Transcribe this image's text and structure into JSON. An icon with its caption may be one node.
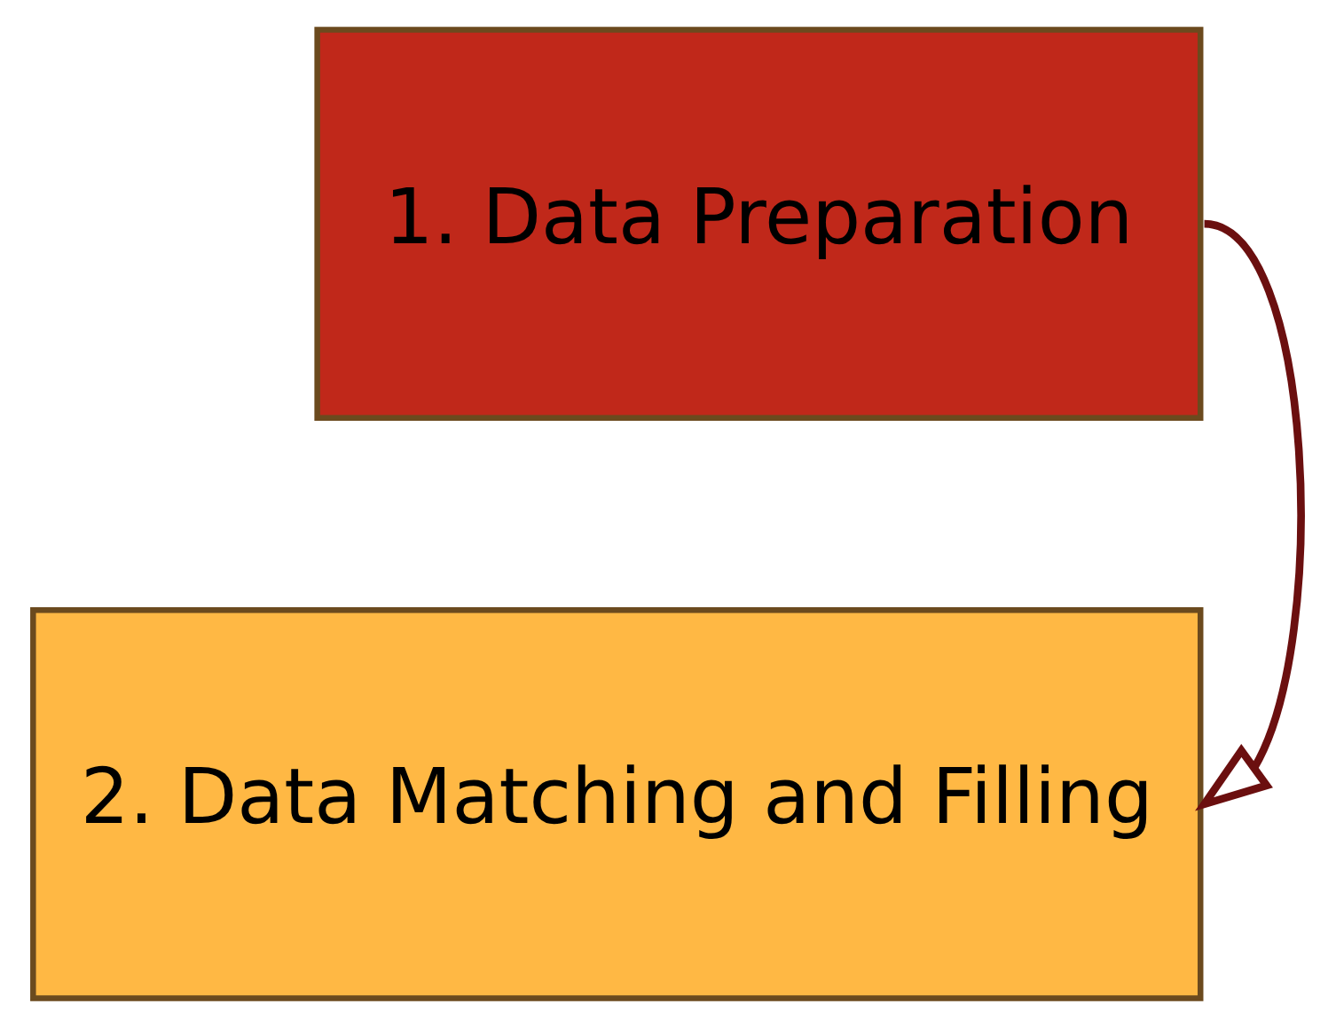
{
  "diagram": {
    "nodes": [
      {
        "text": [
          "1. Data Preparation"
        ]
      },
      {
        "text": [
          "2. Data Matching and Filling"
        ]
      }
    ],
    "edges": [
      {
        "from": 0,
        "to": 1,
        "arrow": "to"
      }
    ]
  }
}
